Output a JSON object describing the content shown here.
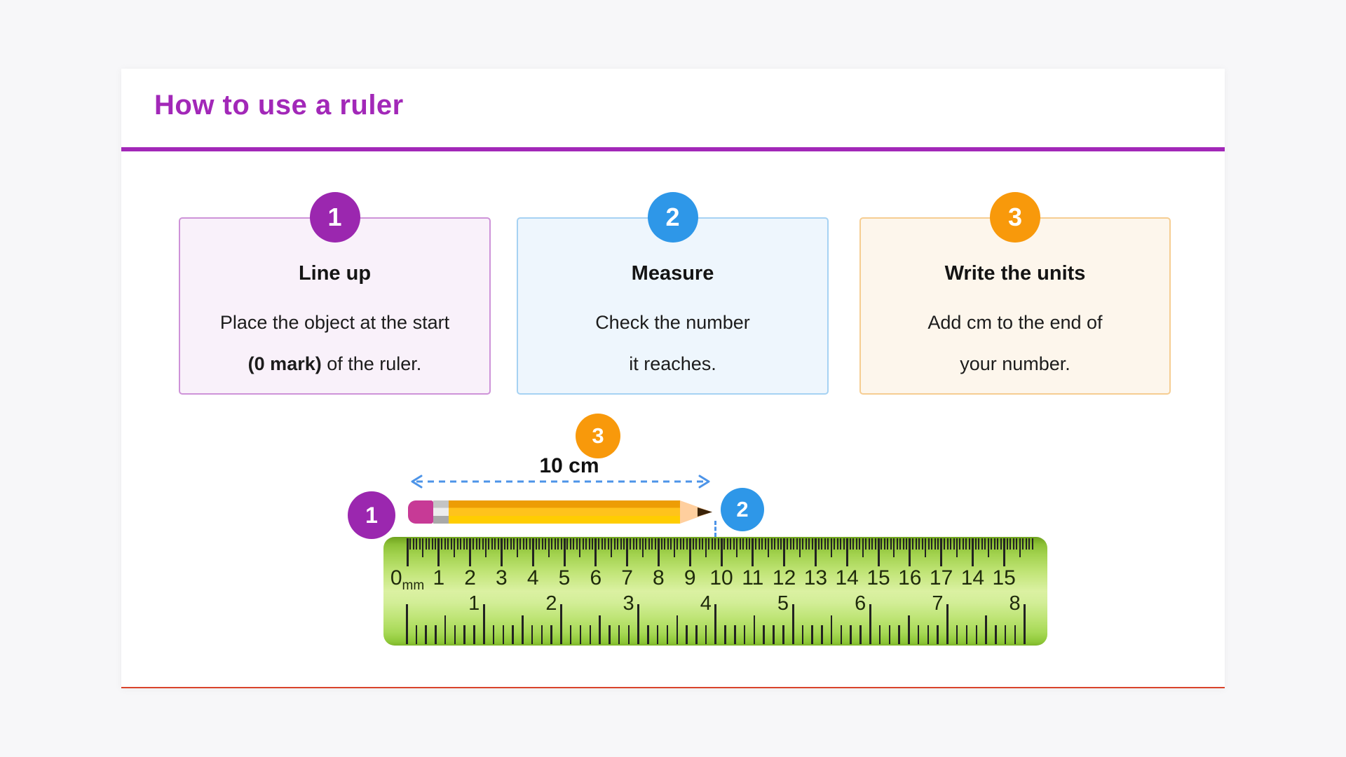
{
  "header": {
    "title": "How to use a ruler"
  },
  "steps": [
    {
      "number": "1",
      "heading": "Line up",
      "line1": "Place the object at the start",
      "line2_bold": "(0 mark)",
      "line2_rest": " of the ruler."
    },
    {
      "number": "2",
      "heading": "Measure",
      "line1": "Check the number",
      "line2": "it reaches."
    },
    {
      "number": "3",
      "heading": "Write the units",
      "line1": "Add cm to the end of",
      "line2": "your number."
    }
  ],
  "illustration": {
    "badges": {
      "start": "1",
      "end": "2",
      "units": "3"
    },
    "measure_label": "10 cm",
    "ruler": {
      "cm_unit": "mm",
      "cm_labels": [
        "0",
        "1",
        "2",
        "3",
        "4",
        "5",
        "6",
        "7",
        "8",
        "9",
        "10",
        "11",
        "12",
        "13",
        "14",
        "15",
        "16",
        "17",
        "14",
        "15"
      ],
      "inch_labels": [
        "1",
        "2",
        "3",
        "4",
        "5",
        "6",
        "7",
        "8"
      ]
    }
  },
  "colors": {
    "accent": "#A228B8",
    "badge-purple": "#9B27AF",
    "badge-blue": "#2E97E8",
    "badge-orange": "#F8990B",
    "red-line": "#D9442B",
    "arrow": "#4D94E8",
    "eraser": "#C73A96",
    "pencil-dark": "#ED9D05",
    "pencil-mid": "#FFC31C",
    "pencil-light": "#FFCD02",
    "tip": "#FFCF9E",
    "point": "#3B2309",
    "tick": "#222222",
    "card1-bg": "#F9F1FA",
    "card1-border": "#CE93D8",
    "card2-bg": "#EEF6FD",
    "card2-border": "#A6D2F3",
    "card3-bg": "#FDF6EC",
    "card3-border": "#F6CD92"
  }
}
